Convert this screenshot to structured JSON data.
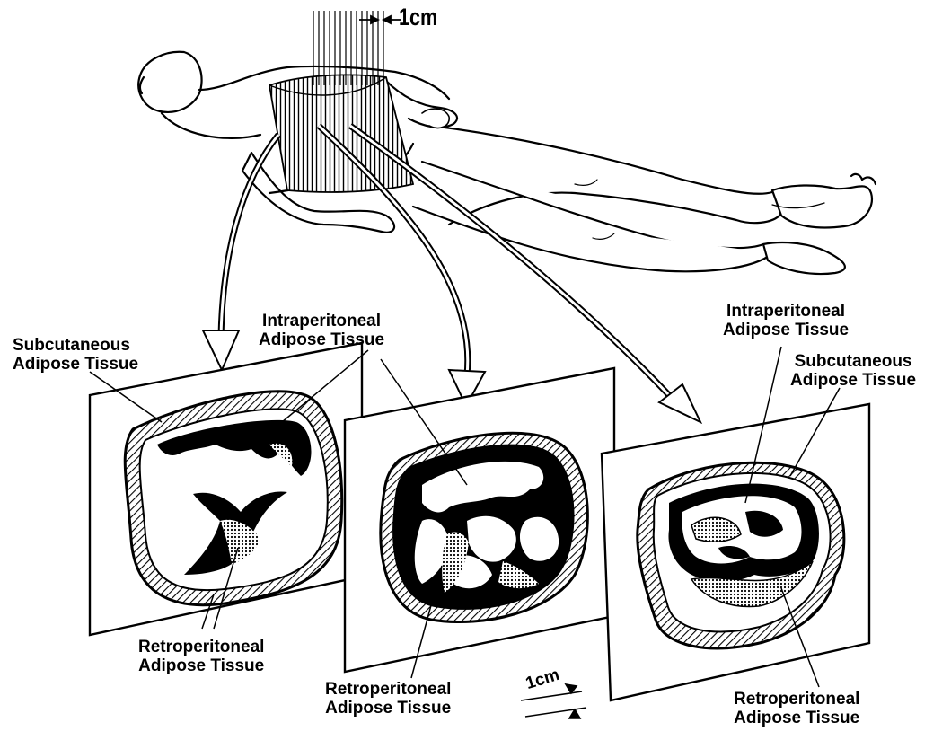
{
  "scale": {
    "top_label": "1cm",
    "bottom_label": "1cm"
  },
  "labels": {
    "p1_subcutaneous": [
      "Subcutaneous",
      "Adipose Tissue"
    ],
    "p1_retroperitoneal": [
      "Retroperitoneal",
      "Adipose Tissue"
    ],
    "intraperitoneal_center": [
      "Intraperitoneal",
      "Adipose Tissue"
    ],
    "p2_retroperitoneal": [
      "Retroperitoneal",
      "Adipose Tissue"
    ],
    "p3_intraperitoneal": [
      "Intraperitoneal",
      "Adipose Tissue"
    ],
    "p3_subcutaneous": [
      "Subcutaneous",
      "Adipose Tissue"
    ],
    "p3_retroperitoneal": [
      "Retroperitoneal",
      "Adipose Tissue"
    ]
  }
}
